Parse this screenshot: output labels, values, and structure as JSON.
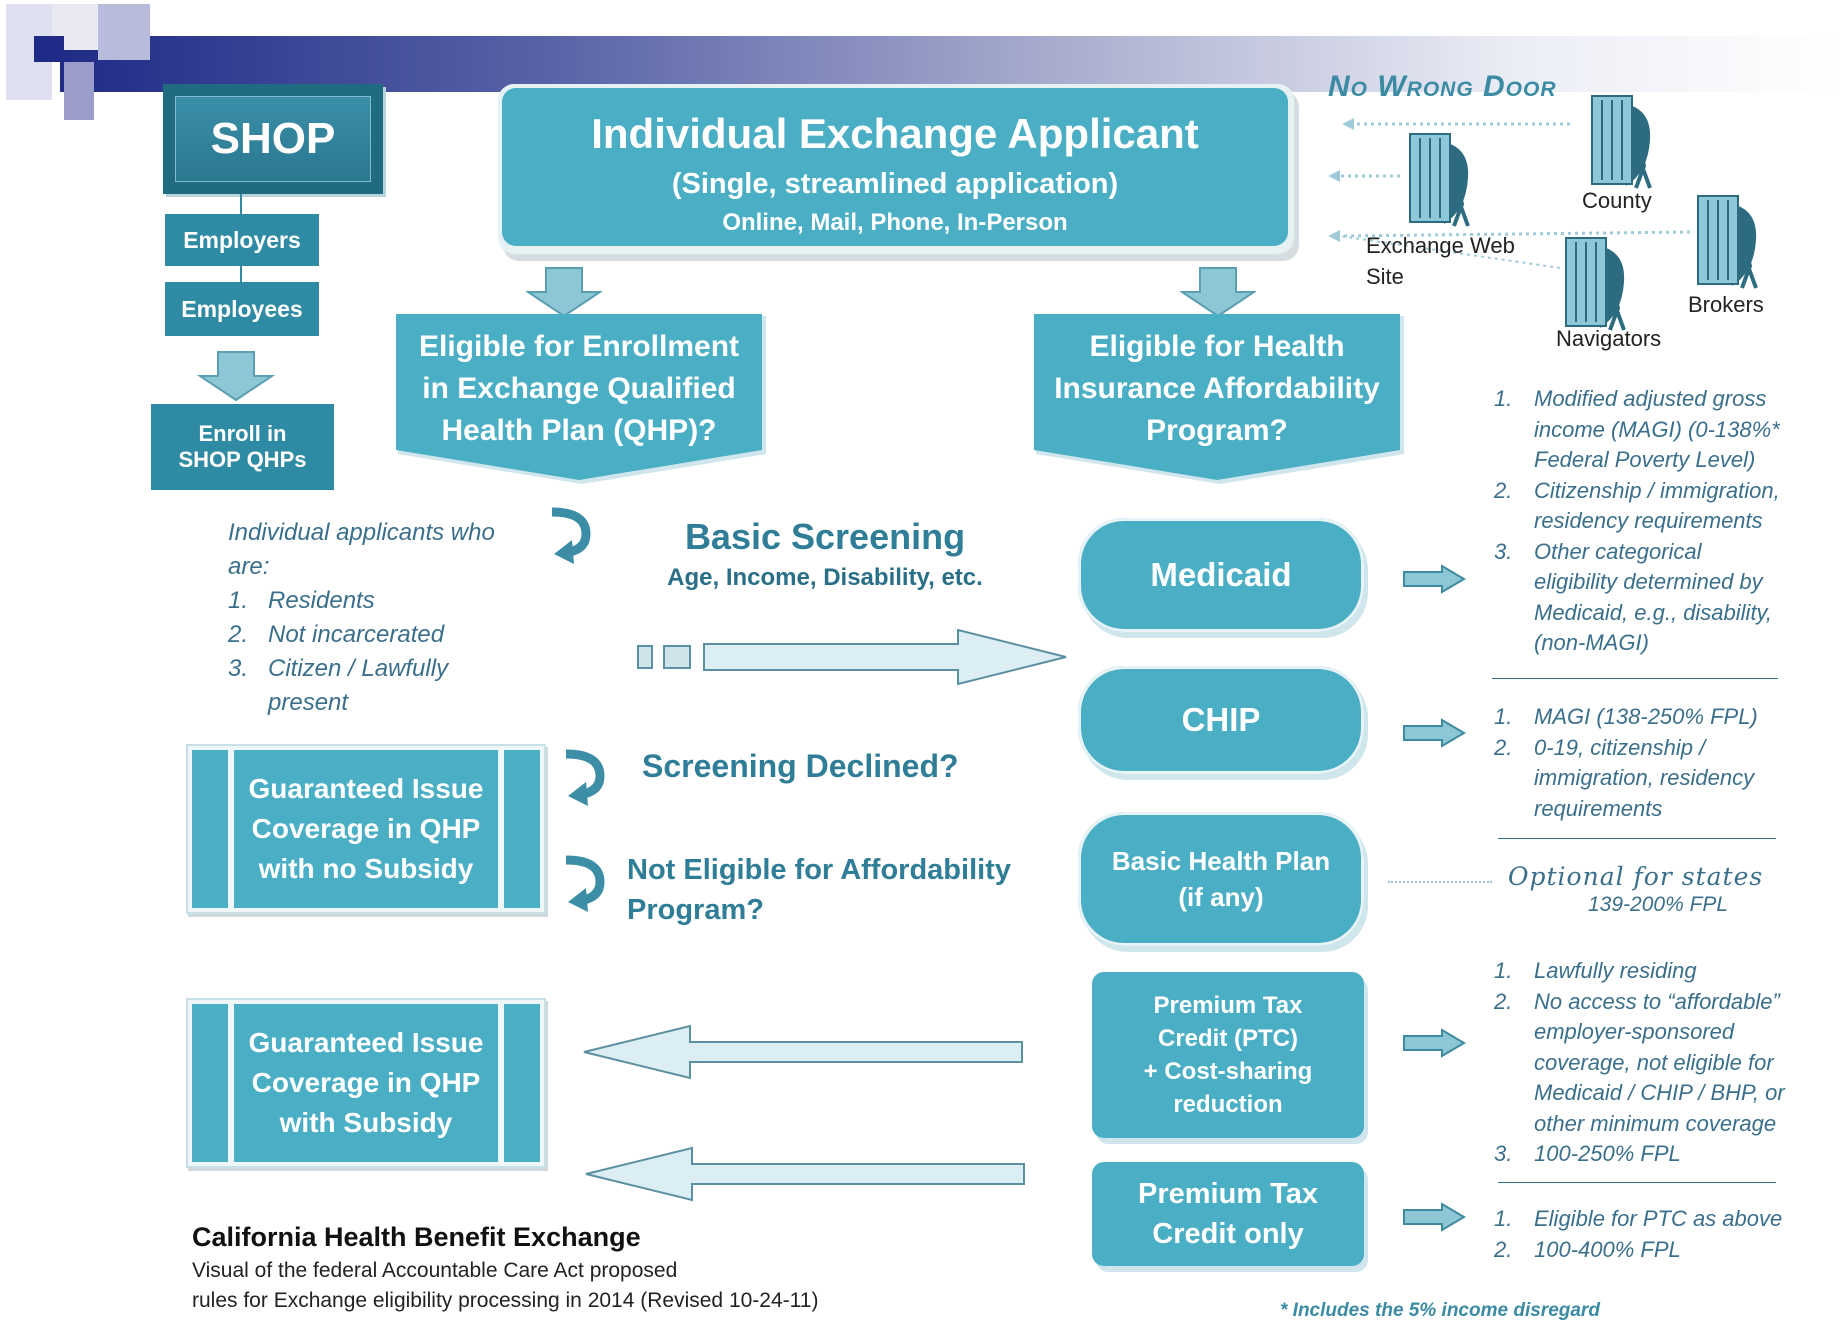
{
  "shop": {
    "title": "SHOP",
    "employers": "Employers",
    "employees": "Employees",
    "enroll": [
      "Enroll in",
      "SHOP QHPs"
    ]
  },
  "applicant": {
    "title": "Individual Exchange Applicant",
    "subtitle": "(Single, streamlined application)",
    "channels": "Online, Mail, Phone, In-Person"
  },
  "no_wrong_door": {
    "title": "No Wrong Door",
    "county": "County",
    "exchange_web_site": [
      "Exchange Web",
      "Site"
    ],
    "brokers": "Brokers",
    "navigators": "Navigators"
  },
  "qhp_question": [
    "Eligible for Enrollment",
    "in  Exchange Qualified",
    "Health Plan (QHP)?"
  ],
  "affordability_question": [
    "Eligible for Health",
    "Insurance Affordability",
    "Program?"
  ],
  "individual_applicants": {
    "intro": [
      "Individual applicants  who",
      "are:"
    ],
    "items": [
      {
        "n": "1.",
        "text": "Residents"
      },
      {
        "n": "2.",
        "text": "Not incarcerated"
      },
      {
        "n": "3.",
        "text": "Citizen / Lawfully present"
      }
    ]
  },
  "basic_screening": {
    "title": "Basic Screening",
    "subtitle": "Age, Income, Disability, etc."
  },
  "screening_declined": "Screening Declined?",
  "not_eligible": [
    "Not Eligible for Affordability",
    "Program?"
  ],
  "gi_no_subsidy": [
    "Guaranteed Issue",
    "Coverage in QHP",
    "with no Subsidy"
  ],
  "gi_subsidy": [
    "Guaranteed Issue",
    "Coverage in QHP",
    "with Subsidy"
  ],
  "programs": {
    "medicaid": "Medicaid",
    "chip": "CHIP",
    "bhp": [
      "Basic Health Plan",
      "(if any)"
    ],
    "ptc_csr": [
      "Premium Tax",
      "Credit (PTC)",
      "+ Cost-sharing",
      "reduction"
    ],
    "ptc_only": [
      "Premium Tax",
      "Credit only"
    ]
  },
  "criteria": {
    "medicaid": [
      {
        "n": "1.",
        "text": "Modified adjusted gross income (MAGI) (0-138%* Federal Poverty Level)"
      },
      {
        "n": "2.",
        "text": "Citizenship / immigration, residency requirements"
      },
      {
        "n": "3.",
        "text": "Other categorical eligibility determined by Medicaid, e.g., disability, (non-MAGI)"
      }
    ],
    "chip": [
      {
        "n": "1.",
        "text": "MAGI (138-250% FPL)"
      },
      {
        "n": "2.",
        "text": "0-19, citizenship / immigration, residency requirements"
      }
    ],
    "bhp": {
      "line1": "Optional for states",
      "line2": "139-200% FPL"
    },
    "ptc_csr": [
      {
        "n": "1.",
        "text": "Lawfully residing"
      },
      {
        "n": "2.",
        "text": "No access to “affordable” employer-sponsored coverage, not eligible for Medicaid / CHIP / BHP, or other minimum coverage"
      },
      {
        "n": "3.",
        "text": "100-250% FPL"
      }
    ],
    "ptc_only": [
      {
        "n": "1.",
        "text": "Eligible for PTC as above"
      },
      {
        "n": "2.",
        "text": "100-400% FPL"
      }
    ]
  },
  "footer": {
    "title": "California Health Benefit Exchange",
    "line1": "Visual of the federal Accountable Care Act proposed",
    "line2": "rules for Exchange eligibility processing in 2014 (Revised 10-24-11)",
    "note": "* Includes the 5% income disregard"
  }
}
